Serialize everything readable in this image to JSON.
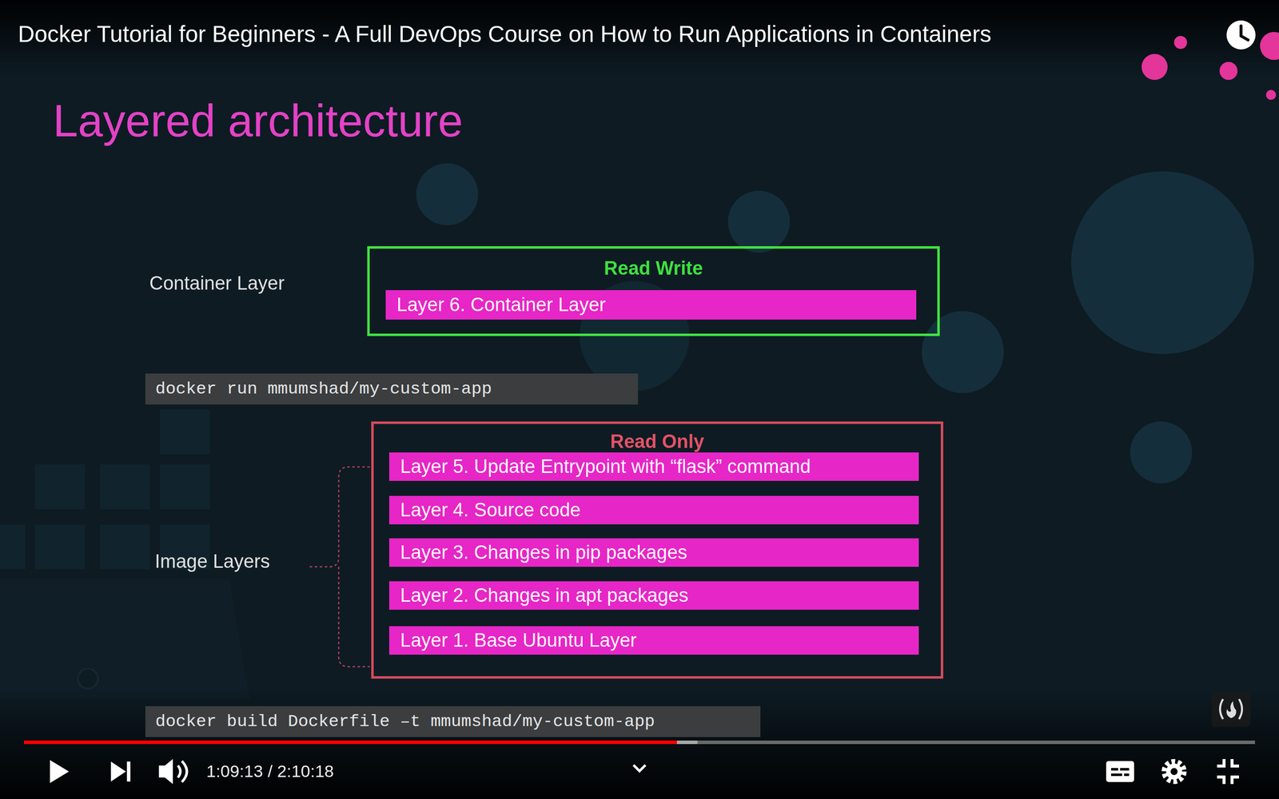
{
  "diagram": {
    "title": "Layered architecture",
    "nodes": [
      {
        "text": [
          "Read Write"
        ]
      },
      {
        "text": [
          "Layer 6. Container Layer"
        ],
        "in": 0
      },
      {
        "text": [
          "docker run mmumshad/my-custom-app"
        ]
      },
      {
        "text": [
          "Read Only"
        ]
      },
      {
        "text": [
          "Layer 5. Update Entrypoint with “flask” command"
        ],
        "in": 3
      },
      {
        "text": [
          "Layer 4. Source code"
        ],
        "in": 3
      },
      {
        "text": [
          "Layer 3. Changes in pip packages"
        ],
        "in": 3
      },
      {
        "text": [
          "Layer 2. Changes in apt packages"
        ],
        "in": 3
      },
      {
        "text": [
          "Layer 1. Base Ubuntu Layer"
        ],
        "in": 3
      },
      {
        "text": [
          "docker build Dockerfile –t mmumshad/my-custom-app"
        ]
      }
    ],
    "labels": [
      "Docker Tutorial for Beginners - A Full DevOps Course on How to Run Applications in Containers",
      "Container Layer",
      "Image Layers",
      "1:09:13 / 2:10:18"
    ]
  }
}
